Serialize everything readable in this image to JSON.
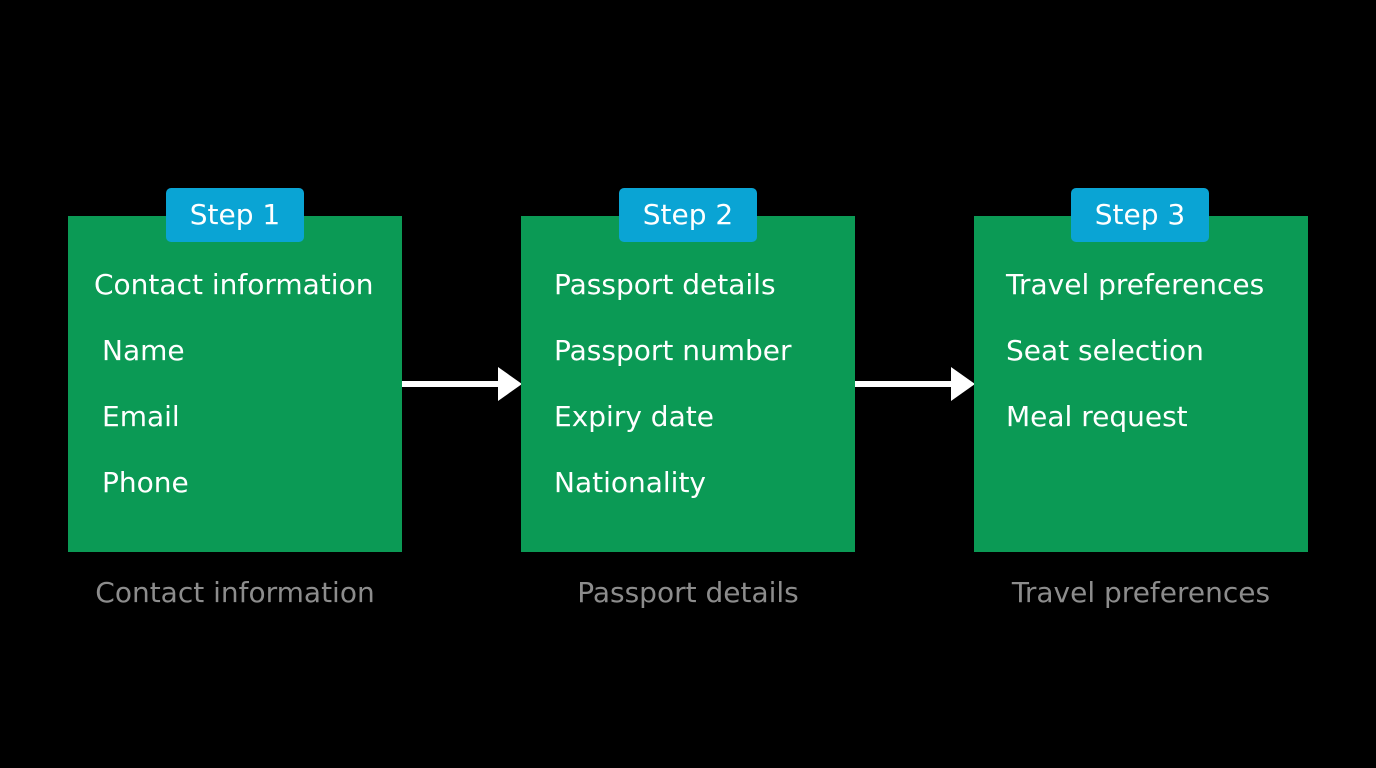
{
  "colors": {
    "background": "#000000",
    "step_box": "#0b9a55",
    "step_badge": "#0aa4d4",
    "caption_text": "#8c8c8c",
    "arrow": "#ffffff"
  },
  "steps": [
    {
      "badge": "Step 1",
      "items": [
        "Contact information",
        "Name",
        "Email",
        "Phone"
      ],
      "caption": "Contact information"
    },
    {
      "badge": "Step 2",
      "items": [
        "Passport details",
        "Passport number",
        "Expiry date",
        "Nationality"
      ],
      "caption": "Passport details"
    },
    {
      "badge": "Step 3",
      "items": [
        "Travel preferences",
        "Seat selection",
        "Meal request"
      ],
      "caption": "Travel preferences"
    }
  ],
  "connectors": [
    {
      "from": "Step 1",
      "to": "Step 2",
      "icon": "arrow-right-icon"
    },
    {
      "from": "Step 2",
      "to": "Step 3",
      "icon": "arrow-right-icon"
    }
  ]
}
